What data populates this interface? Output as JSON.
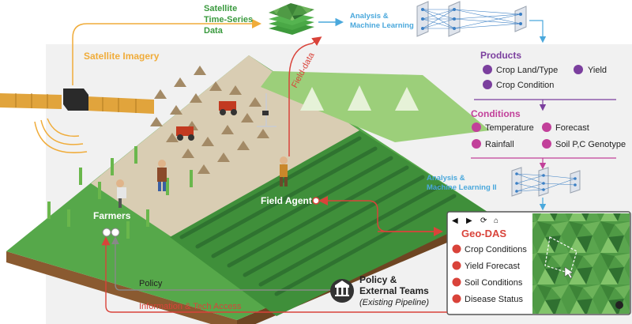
{
  "top": {
    "satellite_data_label": [
      "Satellite",
      "Time-Series",
      "Data"
    ],
    "analysis_ml_label": [
      "Analysis &",
      "Machine Learning"
    ],
    "satellite_imagery_label": "Satellite Imagery",
    "field_data_label": "Field-data"
  },
  "products": {
    "heading": "Products",
    "items": [
      "Crop Land/Type",
      "Yield",
      "Crop Condition"
    ]
  },
  "conditions": {
    "heading": "Conditions",
    "items": [
      "Temperature",
      "Forecast",
      "Rainfall",
      "Soil P,C Genotype"
    ]
  },
  "analysis_ml2_label": [
    "Analysis &",
    "Machine Learning II"
  ],
  "field_scene": {
    "farmers_label": "Farmers",
    "field_agent_label": "Field Agent"
  },
  "policy": {
    "title": [
      "Policy &",
      "External Teams"
    ],
    "subtitle": "(Existing Pipeline)",
    "policy_line_label": "Policy",
    "info_line_label": "Information & Tech Access"
  },
  "geodas": {
    "title": "Geo-DAS",
    "toolbar_icons": [
      "back-arrow-icon",
      "forward-arrow-icon",
      "refresh-icon",
      "home-icon"
    ],
    "items": [
      "Crop Conditions",
      "Yield Forecast",
      "Soil Conditions",
      "Disease Status"
    ]
  },
  "colors": {
    "green_text": "#3a9a3e",
    "orange": "#f0ac3a",
    "blue": "#4aa8dc",
    "purple": "#7b3f9e",
    "magenta": "#c2409a",
    "red": "#d9433a"
  }
}
